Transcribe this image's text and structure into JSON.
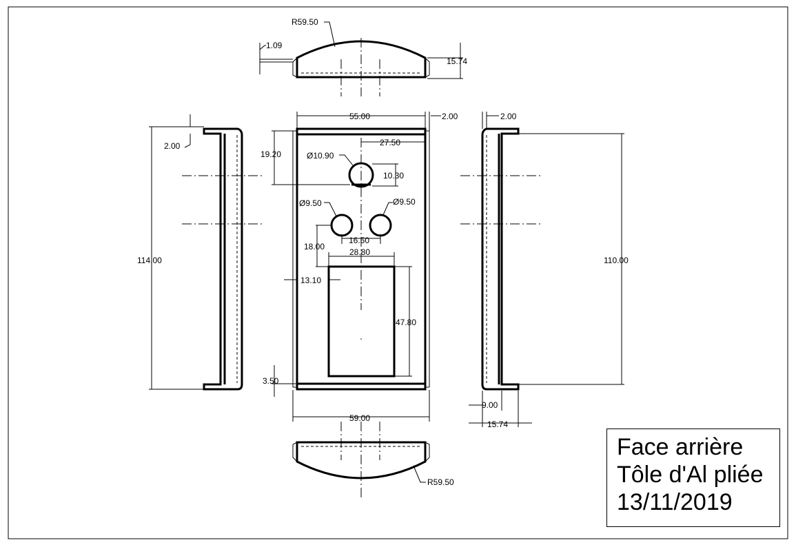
{
  "title_block": {
    "line1": "Face arrière",
    "line2": "Tôle d'Al pliée",
    "line3": "13/11/2019"
  },
  "dimensions": {
    "top_radius": "R59.50",
    "top_offset": "1.09",
    "top_height": "15.74",
    "inner_width": "55.00",
    "flange_left": "2.00",
    "flange_right": "2.00",
    "left_flange": "2.00",
    "left_height": "114.00",
    "hole_top_offset": "19.20",
    "hole_x_offset": "27.50",
    "hole_big_diameter": "Ø10.90",
    "hole_big_y": "10.30",
    "hole_left_diameter": "Ø9.50",
    "hole_right_diameter": "Ø9.50",
    "hole_spacing": "16.50",
    "rect_width": "28.80",
    "rect_y_offset": "18.00",
    "rect_x_offset": "13.10",
    "rect_height": "47.80",
    "bottom_offset": "3.50",
    "outer_width": "59.00",
    "bottom_radius": "R59.50",
    "right_height": "110.00",
    "right_offset": "9.00",
    "right_depth": "15.74"
  }
}
